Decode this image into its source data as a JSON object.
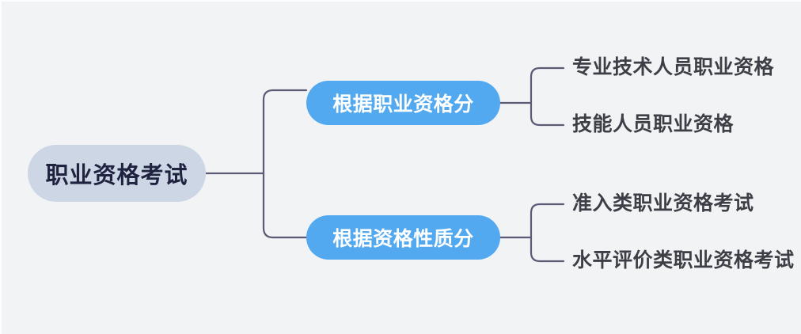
{
  "diagram": {
    "type": "mind-map",
    "orientation": "left-to-right",
    "background_color": "#f2f3f5",
    "connector_color": "#5b5b78",
    "root": {
      "label": "职业资格考试",
      "fill_color": "#ccd6e5",
      "text_color": "#1f2340"
    },
    "branches": [
      {
        "label": "根据职业资格分",
        "fill_color": "#53a9f0",
        "text_color": "#ffffff",
        "children": [
          {
            "label": "专业技术人员职业资格",
            "text_color": "#3c3f46"
          },
          {
            "label": "技能人员职业资格",
            "text_color": "#3c3f46"
          }
        ]
      },
      {
        "label": "根据资格性质分",
        "fill_color": "#53a9f0",
        "text_color": "#ffffff",
        "children": [
          {
            "label": "准入类职业资格考试",
            "text_color": "#3c3f46"
          },
          {
            "label": "水平评价类职业资格考试",
            "text_color": "#3c3f46"
          }
        ]
      }
    ]
  }
}
